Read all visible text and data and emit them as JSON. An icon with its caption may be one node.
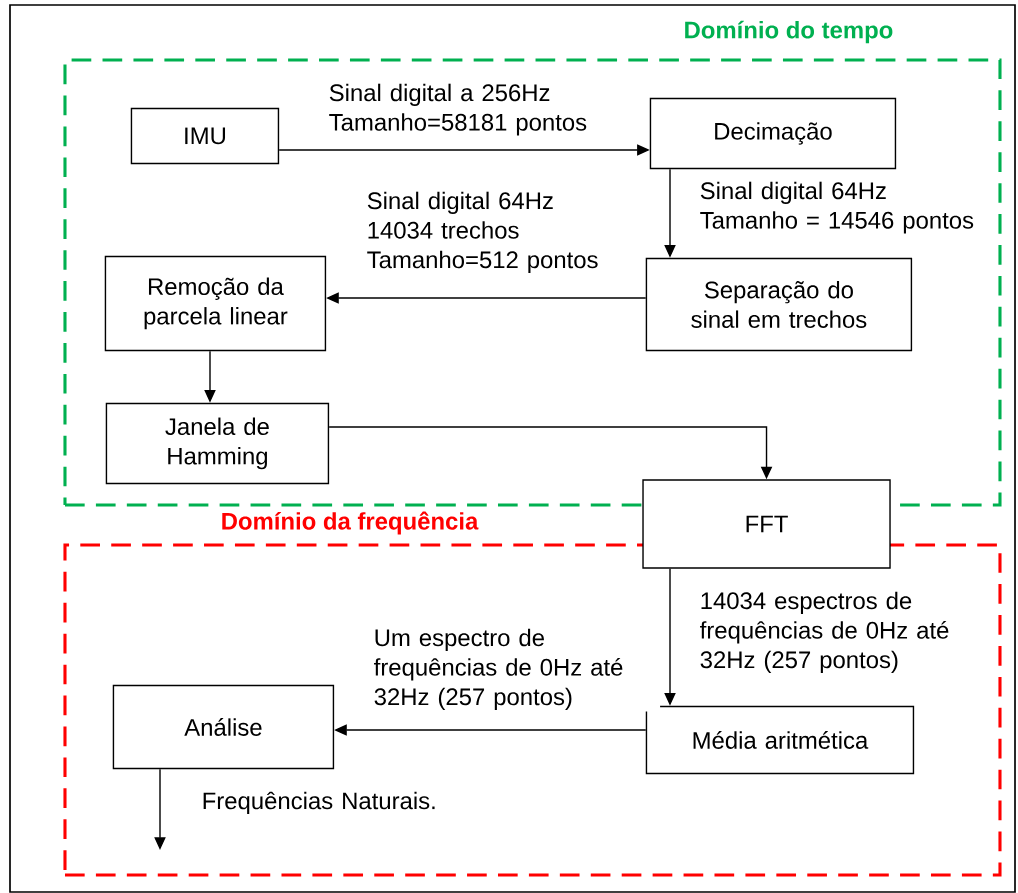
{
  "diagram": {
    "nodes": [
      {
        "text": [
          "Domínio do tempo"
        ]
      },
      {
        "text": [
          "Domínio da frequência"
        ]
      },
      {
        "text": [
          "IMU"
        ],
        "in": 0
      },
      {
        "text": [
          "Decimação"
        ],
        "in": 0
      },
      {
        "text": [
          "Separação do sinal em trechos"
        ],
        "in": 0
      },
      {
        "text": [
          "Remoção da parcela linear"
        ],
        "in": 0
      },
      {
        "text": [
          "Janela de Hamming"
        ],
        "in": 0
      },
      {
        "text": [
          "FFT"
        ]
      },
      {
        "text": [
          "Média aritmética"
        ],
        "in": 1
      },
      {
        "text": [
          "Análise"
        ],
        "in": 1
      }
    ],
    "edges": [
      {
        "from": 2,
        "to": 3,
        "arrow": "to",
        "label": "Sinal digital a 256Hz Tamanho=58181 pontos"
      },
      {
        "from": 3,
        "to": 4,
        "arrow": "to",
        "label": "Sinal digital 64Hz Tamanho = 14546 pontos"
      },
      {
        "from": 4,
        "to": 5,
        "arrow": "to",
        "label": "Sinal digital 64Hz 14034 trechos Tamanho=512 pontos"
      },
      {
        "from": 5,
        "to": 6,
        "arrow": "to"
      },
      {
        "from": 6,
        "to": 7,
        "arrow": "to"
      },
      {
        "from": 7,
        "to": 8,
        "arrow": "to",
        "label": "14034 espectros de frequências de 0Hz até 32Hz (257 pontos)"
      },
      {
        "from": 8,
        "to": 9,
        "arrow": "to",
        "label": "Um espectro de frequências de 0Hz até 32Hz (257 pontos)"
      },
      {
        "from": 9,
        "to": null,
        "arrow": "to",
        "label": "Frequências Naturais."
      }
    ]
  }
}
